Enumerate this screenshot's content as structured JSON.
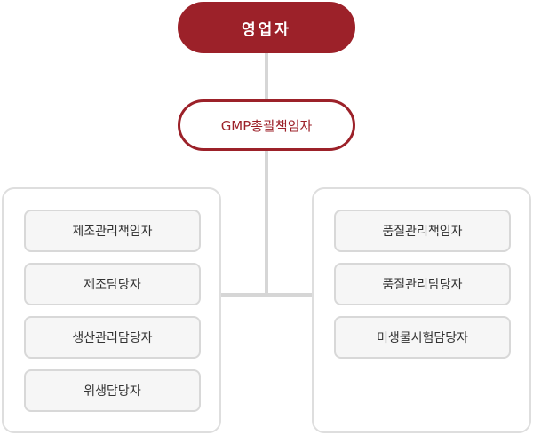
{
  "top_node": {
    "label": "영업자"
  },
  "mid_node": {
    "label": "GMP총괄책임자"
  },
  "left_group": {
    "items": [
      "제조관리책임자",
      "제조담당자",
      "생산관리담당자",
      "위생담당자"
    ]
  },
  "right_group": {
    "items": [
      "품질관리책임자",
      "품질관리담당자",
      "미생물시험담당자"
    ]
  },
  "colors": {
    "accent": "#9c2129",
    "connector": "#d6d6d6",
    "role_bg": "#f6f6f6",
    "role_border": "#d8d8d8"
  }
}
